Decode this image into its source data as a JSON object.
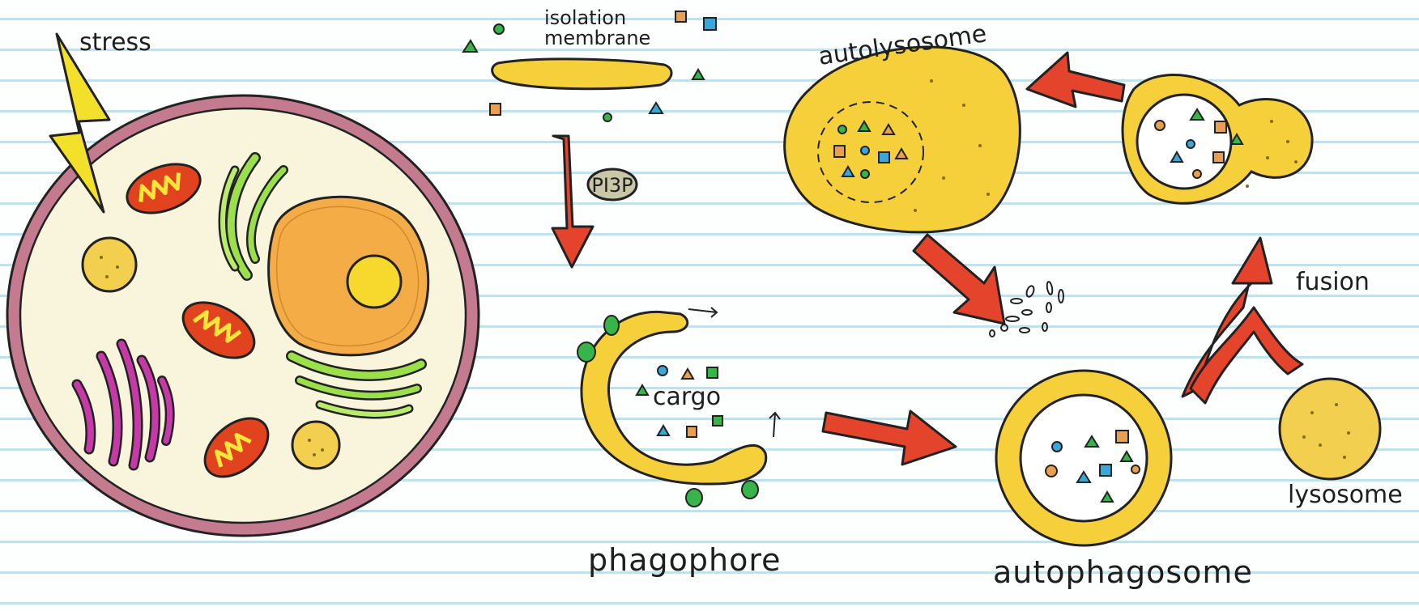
{
  "labels": {
    "stress": "stress",
    "isolation_membrane_line1": "isolation",
    "isolation_membrane_line2": "membrane",
    "pi3p": "PI3P",
    "phagophore": "phagophore",
    "cargo": "cargo",
    "autophagosome": "autophagosome",
    "lysosome": "lysosome",
    "fusion": "fusion",
    "autolysosome": "autolysosome"
  },
  "colors": {
    "paper_line": "#bfe3ee",
    "cell_membrane": "#c47b8f",
    "cytoplasm": "#f8f5dc",
    "membrane_yellow": "#f5d03a",
    "nucleus": "#f4ad46",
    "nucleolus": "#f7d82c",
    "mitochondria": "#e2431f",
    "golgi": "#9be04a",
    "er": "#c63aa8",
    "arrow": "#e4442b",
    "lightning": "#f3e02b",
    "green_dot": "#38b54a"
  }
}
